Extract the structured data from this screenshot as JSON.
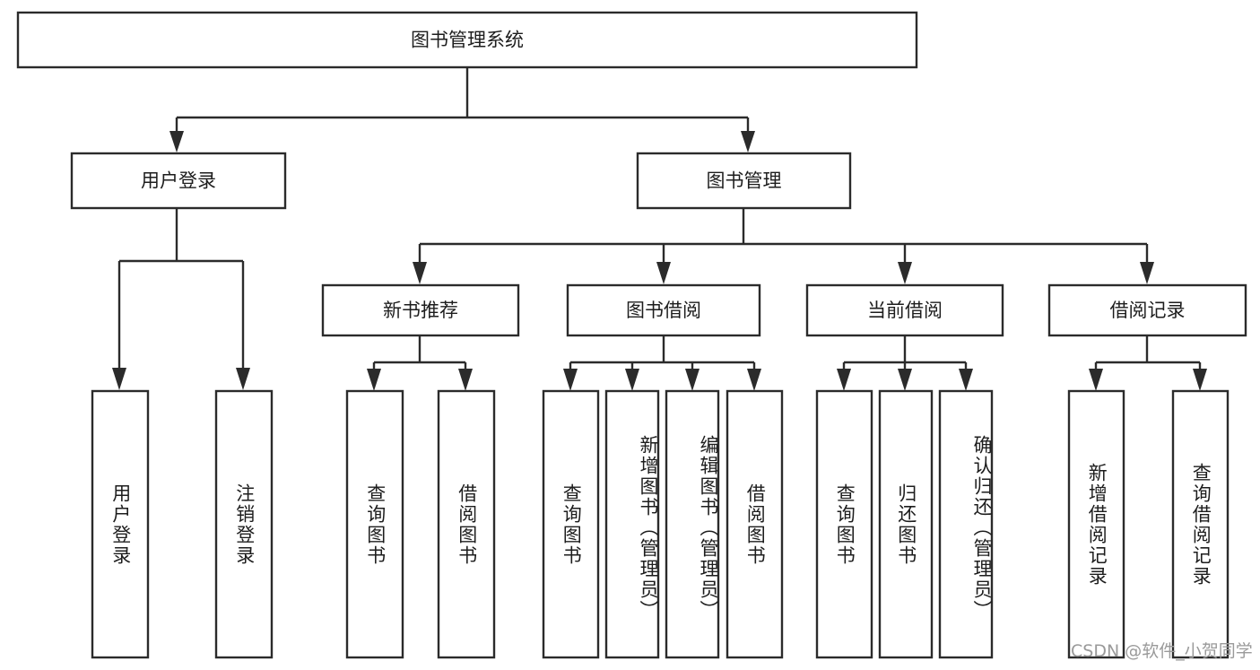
{
  "chart_data": {
    "type": "diagram",
    "title": "图书管理系统",
    "diagram_kind": "hierarchy-tree",
    "orientation": "top-down",
    "levels": 3,
    "root": {
      "label": "图书管理系统"
    },
    "level1": [
      {
        "label": "用户登录"
      },
      {
        "label": "图书管理"
      }
    ],
    "level2": [
      {
        "label": "新书推荐",
        "parent": "图书管理"
      },
      {
        "label": "图书借阅",
        "parent": "图书管理"
      },
      {
        "label": "当前借阅",
        "parent": "图书管理"
      },
      {
        "label": "借阅记录",
        "parent": "图书管理"
      }
    ],
    "leaves": [
      {
        "label": "用户登录",
        "parent": "用户登录"
      },
      {
        "label": "注销登录",
        "parent": "用户登录"
      },
      {
        "label": "查询图书",
        "parent": "新书推荐"
      },
      {
        "label": "借阅图书",
        "parent": "新书推荐"
      },
      {
        "label": "查询图书",
        "parent": "图书借阅"
      },
      {
        "label": "新增图书（管理员）",
        "parent": "图书借阅"
      },
      {
        "label": "编辑图书（管理员）",
        "parent": "图书借阅"
      },
      {
        "label": "借阅图书",
        "parent": "图书借阅"
      },
      {
        "label": "查询图书",
        "parent": "当前借阅"
      },
      {
        "label": "归还图书",
        "parent": "当前借阅"
      },
      {
        "label": "确认归还（管理员）",
        "parent": "当前借阅"
      },
      {
        "label": "新增借阅记录",
        "parent": "借阅记录"
      },
      {
        "label": "查询借阅记录",
        "parent": "借阅记录"
      }
    ]
  },
  "nodes": {
    "root": "图书管理系统",
    "user_login": "用户登录",
    "book_manage": "图书管理",
    "new_book_rec": "新书推荐",
    "book_borrow": "图书借阅",
    "current_borrow": "当前借阅",
    "borrow_record": "借阅记录",
    "leaf_user_login": "用户登录",
    "leaf_logout": "注销登录",
    "leaf_query_book_1": "查询图书",
    "leaf_borrow_book_1": "借阅图书",
    "leaf_query_book_2": "查询图书",
    "leaf_add_book_admin": "新增图书（管理员）",
    "leaf_edit_book_admin": "编辑图书（管理员）",
    "leaf_borrow_book_2": "借阅图书",
    "leaf_query_book_3": "查询图书",
    "leaf_return_book": "归还图书",
    "leaf_confirm_return_admin": "确认归还（管理员）",
    "leaf_add_record": "新增借阅记录",
    "leaf_query_record": "查询借阅记录"
  },
  "watermark": {
    "text": "CSDN @软件_小贺同学"
  },
  "colors": {
    "stroke": "#2b2b2b",
    "fill": "#ffffff",
    "text": "#1d1d1d",
    "watermark": "#9a9a9a"
  }
}
